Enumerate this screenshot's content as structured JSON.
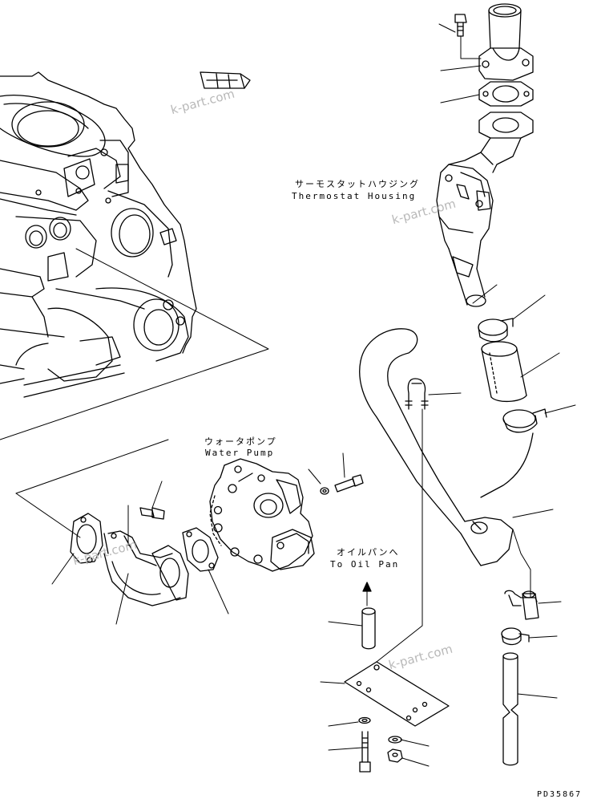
{
  "labels": {
    "thermostat_jp": "サーモスタットハウジング",
    "thermostat_en": "Thermostat Housing",
    "pump_jp": "ウォータポンプ",
    "pump_en": "Water Pump",
    "oilpan_jp": "オイルパンへ",
    "oilpan_en": "To Oil Pan",
    "code": "PD35867"
  },
  "watermark": "k-part.com",
  "icons": [
    "engine-block-icon",
    "thermostat-housing-icon",
    "water-pump-icon",
    "hose-icon",
    "clamp-icon",
    "pipe-icon",
    "bolt-icon",
    "gasket-icon",
    "plate-icon"
  ],
  "colors": {
    "line": "#000000",
    "watermark": "#b9b9b9"
  }
}
